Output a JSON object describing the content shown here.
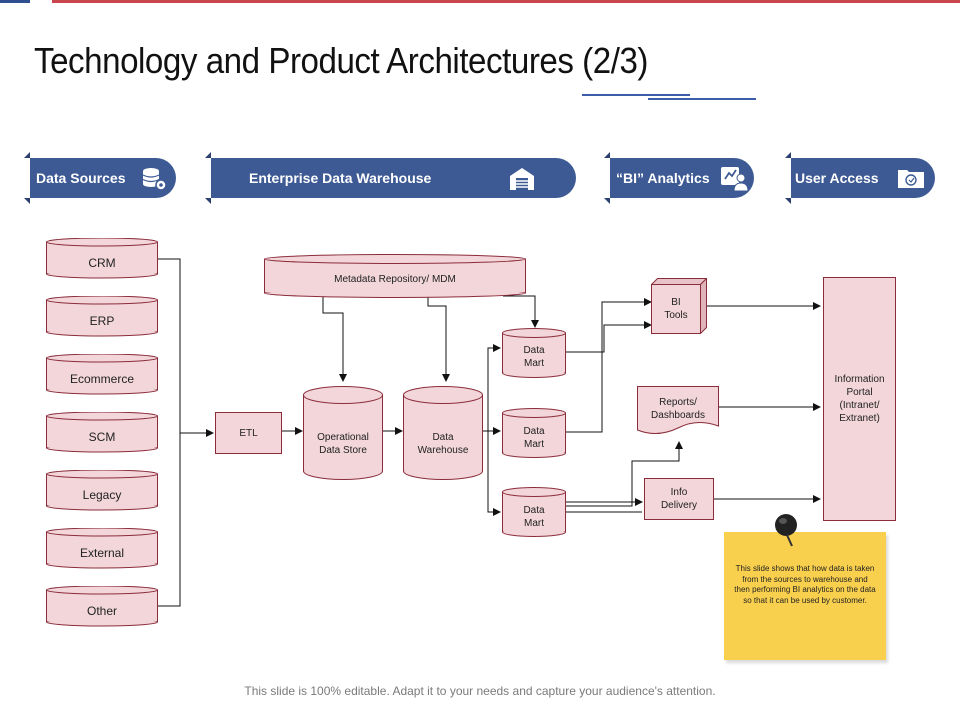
{
  "slide": {
    "title": "Technology and Product Architectures (2/3)",
    "footer": "This slide is 100% editable. Adapt it to your needs and capture your audience's attention."
  },
  "banners": {
    "data_sources": "Data Sources",
    "edw": "Enterprise Data Warehouse",
    "bi": "“BI” Analytics",
    "user_access": "User Access"
  },
  "sources": [
    "CRM",
    "ERP",
    "Ecommerce",
    "SCM",
    "Legacy",
    "External",
    "Other"
  ],
  "nodes": {
    "etl": "ETL",
    "metadata": "Metadata Repository/ MDM",
    "ods_line1": "Operational",
    "ods_line2": "Data Store",
    "dw_line1": "Data",
    "dw_line2": "Warehouse",
    "mart_line1": "Data",
    "mart_line2": "Mart",
    "bi_tools_line1": "BI",
    "bi_tools_line2": "Tools",
    "reports_line1": "Reports/",
    "reports_line2": "Dashboards",
    "info_line1": "Info",
    "info_line2": "Delivery",
    "portal_line1": "Information",
    "portal_line2": "Portal",
    "portal_line3": "(Intranet/",
    "portal_line4": "Extranet)"
  },
  "note": {
    "text": "This slide shows that how data is taken from the sources to warehouse and then performing BI analytics on the data so that it can be used by customer."
  },
  "colors": {
    "banner": "#3d5a94",
    "shape_fill": "#f2d6da",
    "shape_stroke": "#8b2c3a",
    "note": "#f9d04e",
    "accent_red": "#c9464f"
  },
  "icons": {
    "data_sources": "database-gear-icon",
    "edw": "warehouse-icon",
    "bi": "analytics-user-icon",
    "user_access": "folder-icon"
  }
}
